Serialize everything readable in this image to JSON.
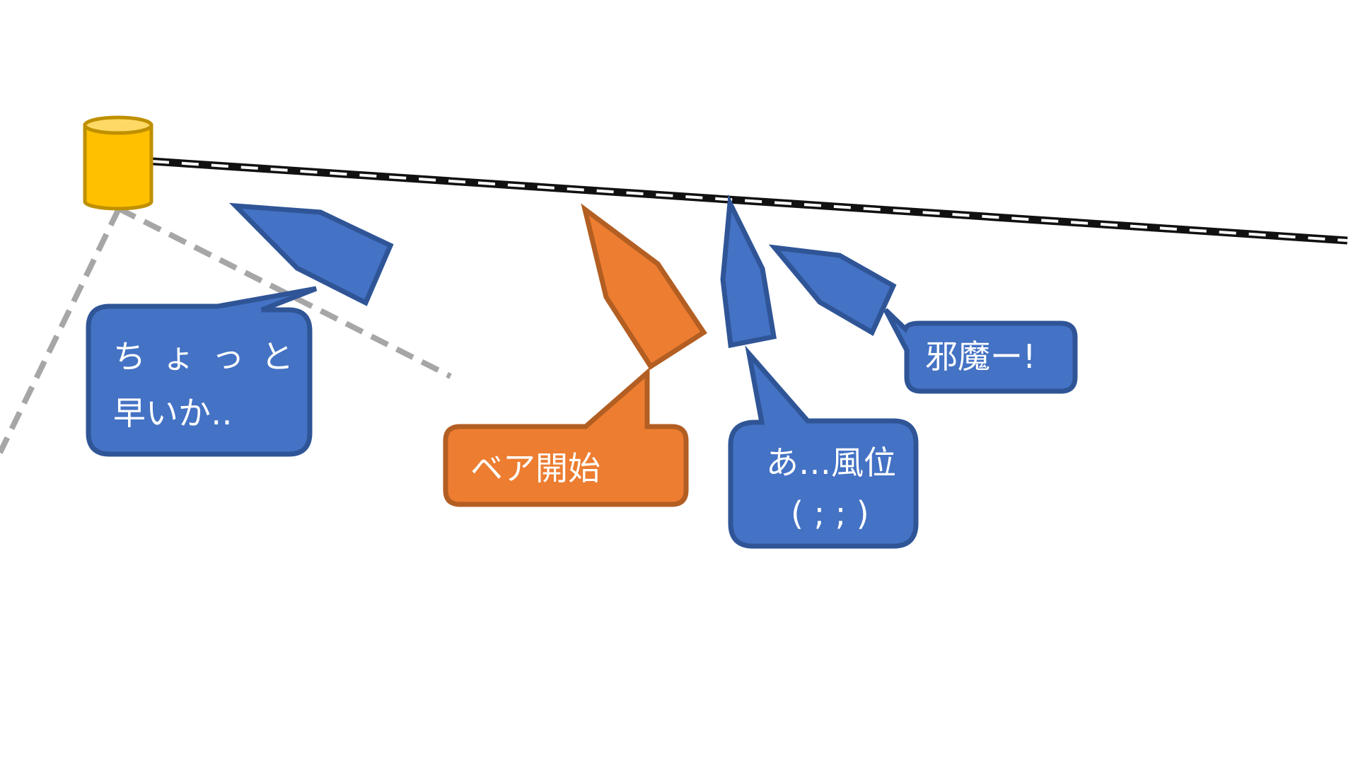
{
  "diagram": {
    "title": "",
    "colors": {
      "blue_fill": "#4472c4",
      "blue_stroke": "#2f5597",
      "orange_fill": "#ed7d31",
      "orange_stroke": "#b35e22",
      "buoy_fill": "#ffc000",
      "buoy_top": "#ffd966",
      "buoy_stroke": "#bf9000",
      "layline": "#a6a6a6",
      "line_dark": "#111111",
      "line_light": "#ffffff"
    },
    "elements": {
      "mark": {
        "icon": "buoy-cylinder-icon"
      },
      "start_line": {
        "style": "black-white-dashed"
      },
      "laylines": {
        "style": "gray-dashed",
        "count": 2
      },
      "boats": [
        {
          "id": "boat-1",
          "team": "blue"
        },
        {
          "id": "boat-2",
          "team": "orange"
        },
        {
          "id": "boat-3",
          "team": "blue"
        },
        {
          "id": "boat-4",
          "team": "blue"
        }
      ]
    },
    "bubbles": [
      {
        "id": "bubble-1",
        "team": "blue",
        "lines": [
          "ちょっと",
          "早いか‥"
        ]
      },
      {
        "id": "bubble-2",
        "team": "orange",
        "lines": [
          "ベア開始"
        ]
      },
      {
        "id": "bubble-3",
        "team": "blue",
        "lines": [
          "あ…風位",
          "( ; ; )"
        ]
      },
      {
        "id": "bubble-4",
        "team": "blue",
        "lines": [
          "邪魔ー!"
        ]
      }
    ]
  }
}
